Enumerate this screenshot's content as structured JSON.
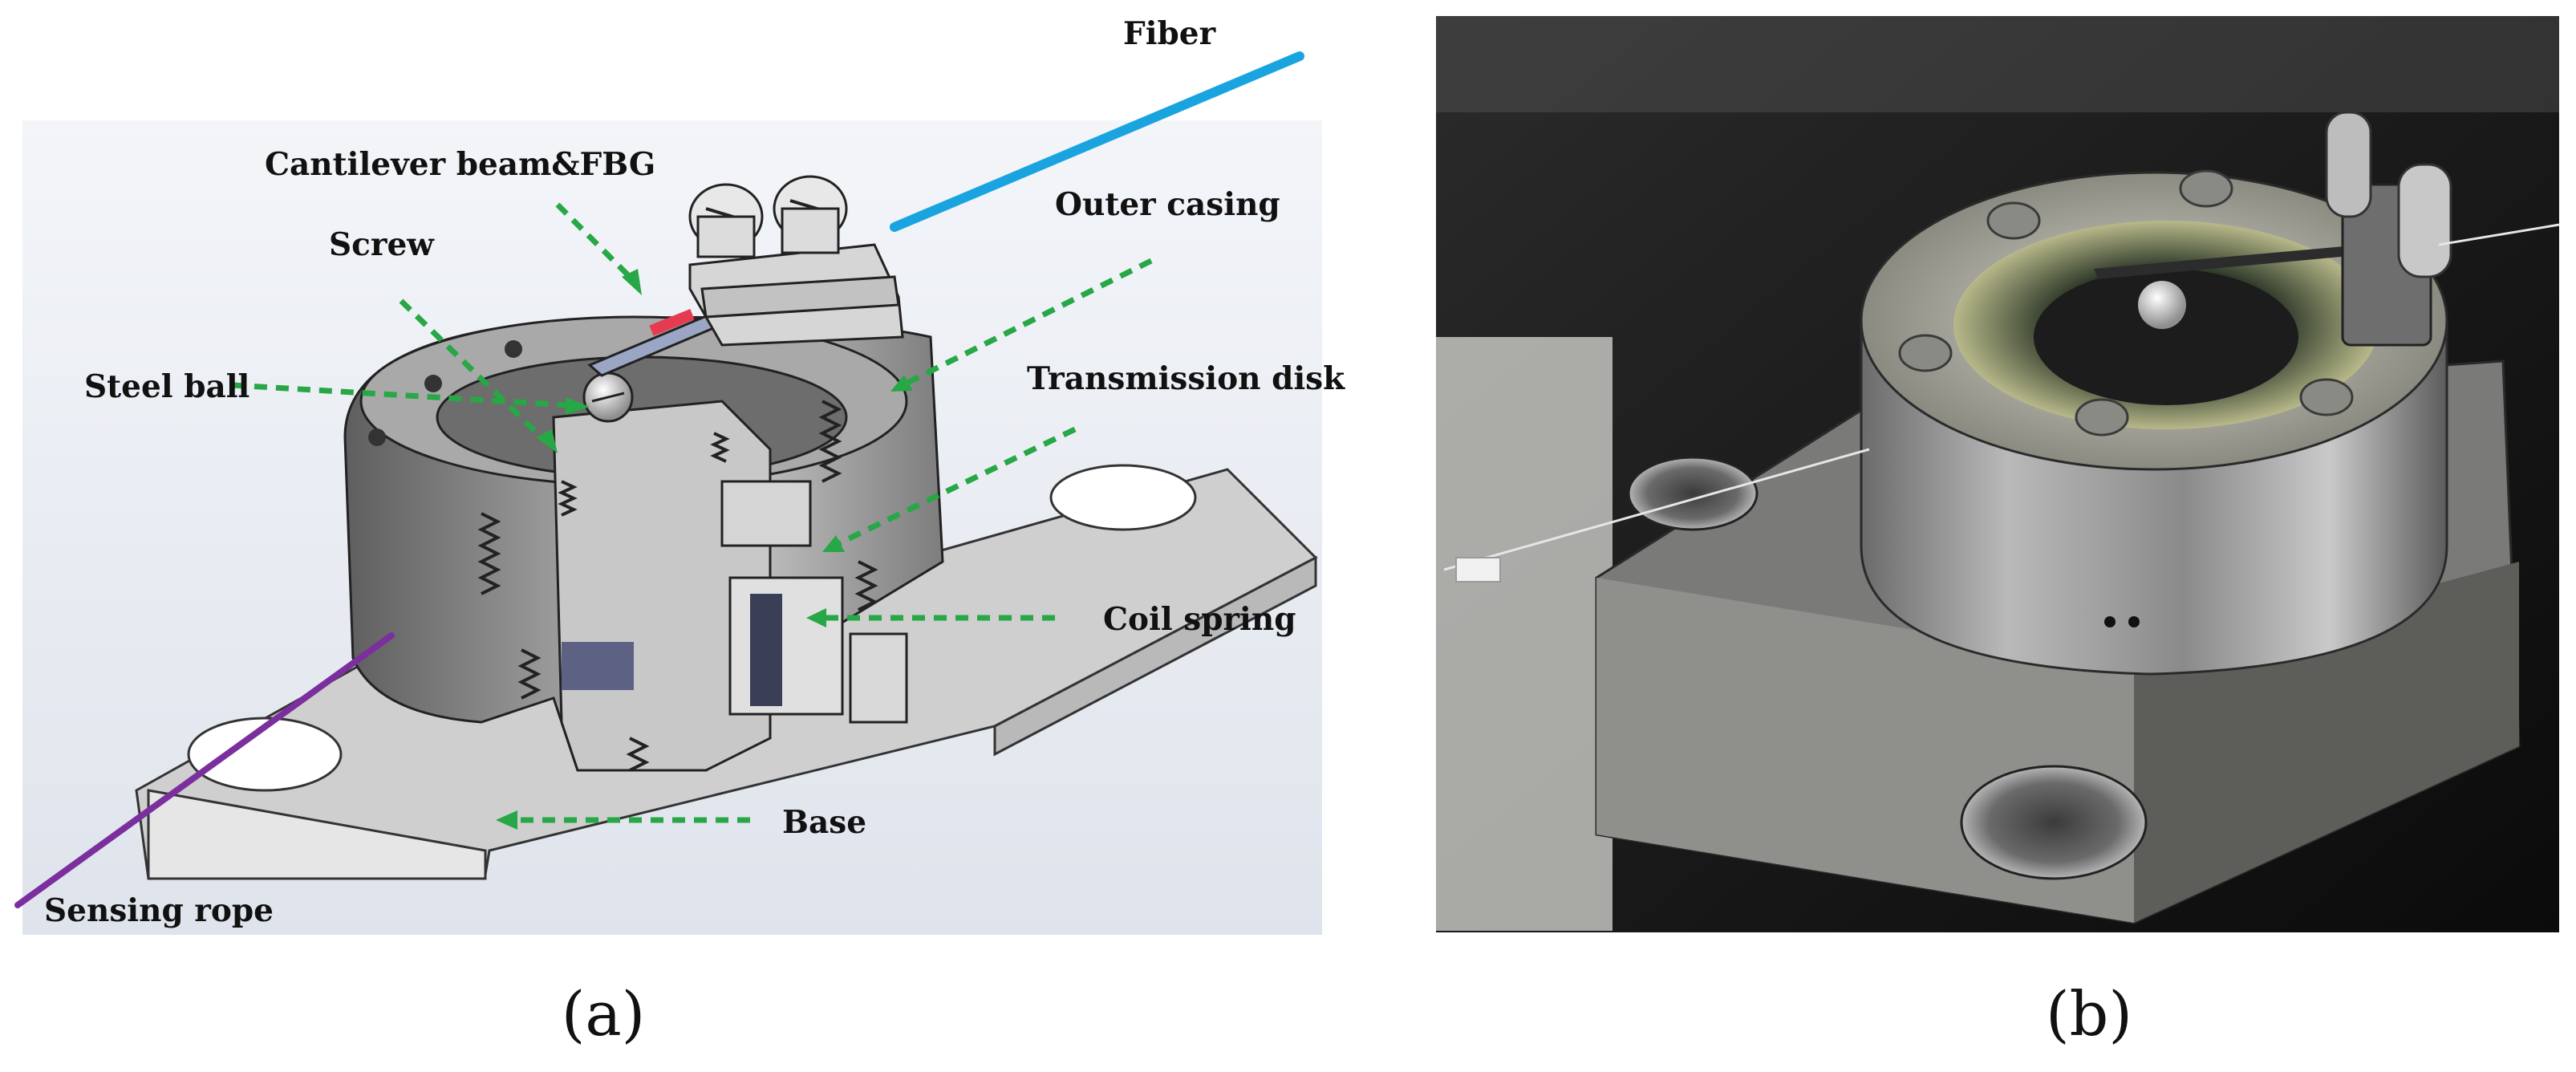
{
  "panel_a": {
    "labels": {
      "fiber": "Fiber",
      "cantilever": "Cantilever beam&FBG",
      "outer_casing": "Outer casing",
      "screw": "Screw",
      "transmission_disk": "Transmission disk",
      "steel_ball": "Steel ball",
      "coil_spring": "Coil spring",
      "base": "Base",
      "sensing_rope": "Sensing rope"
    },
    "caption": "(a)",
    "colors": {
      "fiber": "#19a4e0",
      "sensing_rope": "#7b2f9e",
      "arrow": "#27a745",
      "fbg": "#e53a4f"
    }
  },
  "panel_b": {
    "caption": "(b)"
  }
}
